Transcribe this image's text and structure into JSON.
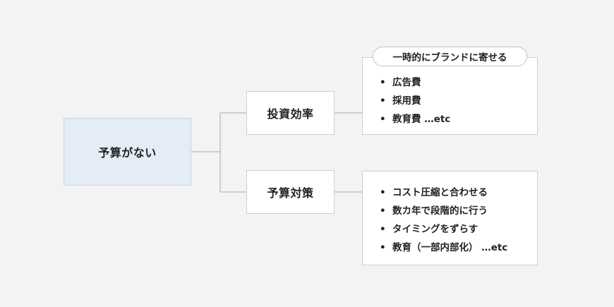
{
  "diagram": {
    "root": {
      "label": "予算がない"
    },
    "branches": [
      {
        "label": "投資効率",
        "callout": "一時的にブランドに寄せる",
        "items": [
          "広告費",
          "採用費",
          "教育費 …etc"
        ]
      },
      {
        "label": "予算対策",
        "items": [
          "コスト圧縮と合わせる",
          "数カ年で段階的に行う",
          "タイミングをずらす",
          "教育（一部内部化） …etc"
        ]
      }
    ],
    "bullet_symbol": "•",
    "colors": {
      "background": "#f3f3f3",
      "root_fill": "#e4ecf6",
      "box_fill": "#ffffff",
      "connector": "#c2c2c2"
    }
  }
}
